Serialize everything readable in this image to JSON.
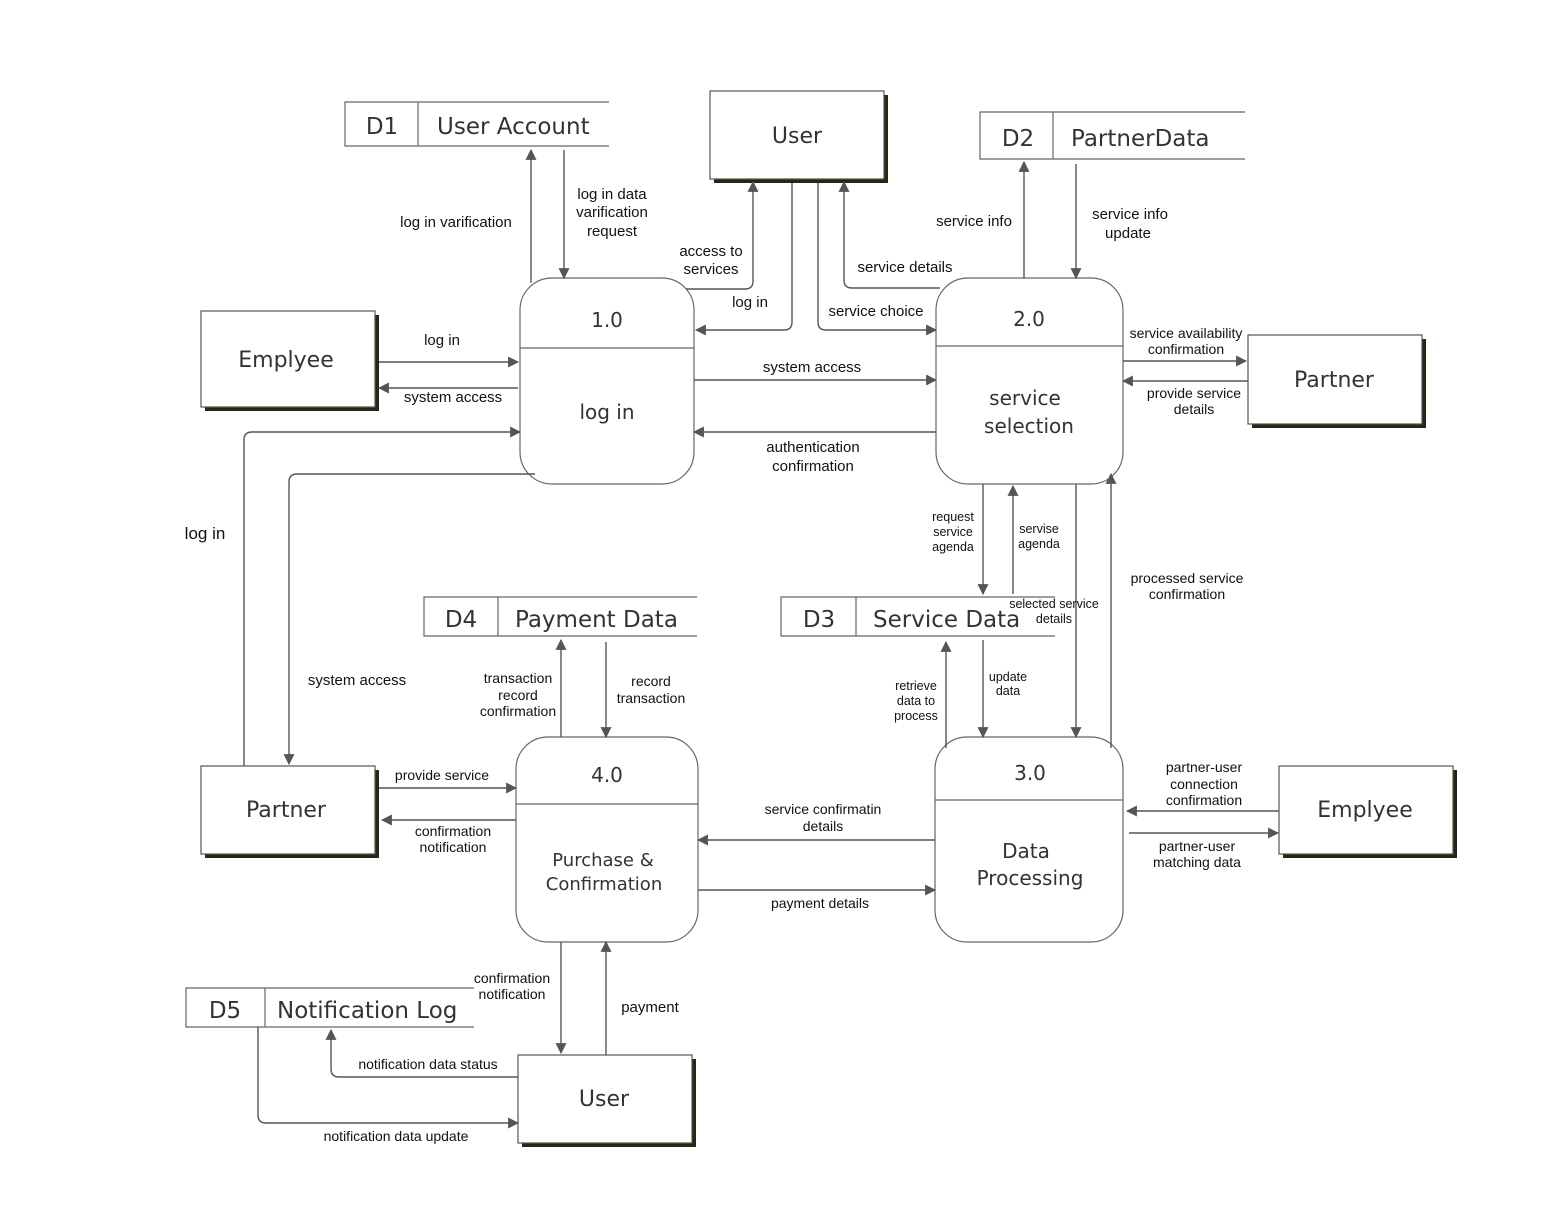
{
  "entities": {
    "user_top": "User",
    "emplyee_left": "Emplyee",
    "partner_right": "Partner",
    "partner_left": "Partner",
    "emplyee_right": "Emplyee",
    "user_bottom": "User"
  },
  "processes": {
    "p1": {
      "number": "1.0",
      "label": [
        "log in"
      ]
    },
    "p2": {
      "number": "2.0",
      "label": [
        "service",
        "selection"
      ]
    },
    "p3": {
      "number": "3.0",
      "label": [
        "Data",
        "Processing"
      ]
    },
    "p4": {
      "number": "4.0",
      "label": [
        "Purchase &",
        "Confirmation"
      ]
    }
  },
  "datastores": {
    "d1": {
      "id": "D1",
      "name": "User Account"
    },
    "d2": {
      "id": "D2",
      "name": "PartnerData"
    },
    "d3": {
      "id": "D3",
      "name": "Service Data"
    },
    "d4": {
      "id": "D4",
      "name": "Payment Data"
    },
    "d5": {
      "id": "D5",
      "name": "Notification Log"
    }
  },
  "flows": {
    "login_verification": [
      "log in varification"
    ],
    "login_data_request": [
      "log in data",
      "varification",
      "request"
    ],
    "access_to_services": [
      "access to",
      "services"
    ],
    "user_login": [
      "log in"
    ],
    "service_details": [
      "service details"
    ],
    "service_choice": [
      "service choice"
    ],
    "service_info": [
      "service info"
    ],
    "service_info_update": [
      "service info",
      "update"
    ],
    "emp_login": [
      "log in"
    ],
    "emp_system_access": [
      "system access"
    ],
    "p1_p2_system_access": [
      "system access"
    ],
    "auth_confirmation": [
      "authentication",
      "confirmation"
    ],
    "service_availability": [
      "service availability",
      "confirmation"
    ],
    "provide_service_details": [
      "provide service",
      "details"
    ],
    "partner_login": [
      "log in"
    ],
    "partner_system_access": [
      "system access"
    ],
    "request_service_agenda": [
      "request",
      "service",
      "agenda"
    ],
    "servise_agenda": [
      "servise",
      "agenda"
    ],
    "selected_service_details": [
      "selected service",
      "details"
    ],
    "processed_service_confirmation": [
      "processed service",
      "confirmation"
    ],
    "retrieve_data": [
      "retrieve",
      "data to",
      "process"
    ],
    "update_data": [
      "update",
      "data"
    ],
    "transaction_record_confirmation": [
      "transaction",
      "record",
      "confirmation"
    ],
    "record_transaction": [
      "record",
      "transaction"
    ],
    "provide_service": [
      "provide service"
    ],
    "confirmation_notification_left": [
      "confirmation",
      "notification"
    ],
    "service_confirmation_details": [
      "service confirmatin",
      "details"
    ],
    "payment_details": [
      "payment details"
    ],
    "partner_user_connection": [
      "partner-user",
      "connection",
      "confirmation"
    ],
    "partner_user_matching": [
      "partner-user",
      "matching data"
    ],
    "confirmation_notification_bottom": [
      "confirmation",
      "notification"
    ],
    "payment": [
      "payment"
    ],
    "notification_data_status": [
      "notification data status"
    ],
    "notification_data_update": [
      "notification data update"
    ]
  }
}
